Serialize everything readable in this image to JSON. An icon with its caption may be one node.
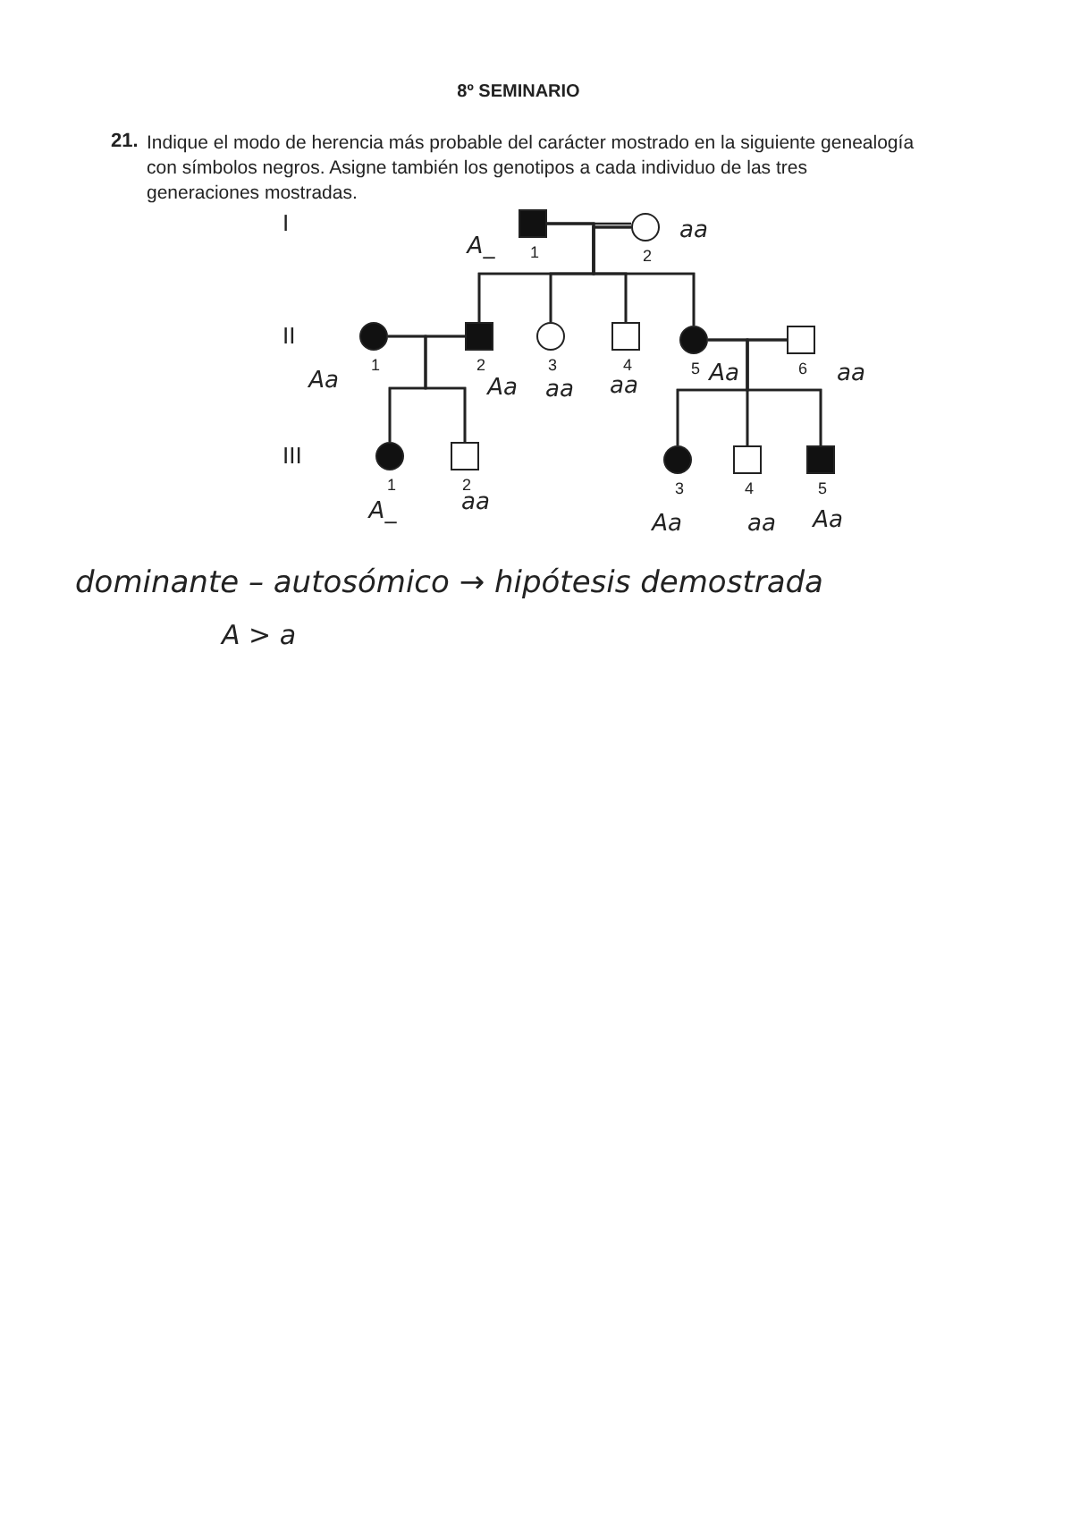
{
  "diagram": {
    "title": "8º SEMINARIO",
    "nodes": [
      {
        "text": [
          "1"
        ],
        "beside": [
          "A_"
        ]
      },
      {
        "text": [
          "2"
        ],
        "beside": [
          "aa"
        ]
      },
      {
        "text": [
          "1"
        ],
        "beside": [
          "Aa"
        ]
      },
      {
        "text": [
          "2"
        ],
        "beside": [
          "Aa"
        ]
      },
      {
        "text": [
          "3"
        ],
        "beside": [
          "aa"
        ]
      },
      {
        "text": [
          "4"
        ],
        "beside": [
          "aa"
        ]
      },
      {
        "text": [
          "5"
        ],
        "beside": [
          "Aa"
        ]
      },
      {
        "text": [
          "6"
        ],
        "beside": [
          "aa"
        ]
      },
      {
        "text": [
          "1"
        ],
        "beside": [
          "A_"
        ]
      },
      {
        "text": [
          "2"
        ],
        "beside": [
          "aa"
        ]
      },
      {
        "text": [
          "3"
        ],
        "beside": [
          "Aa"
        ]
      },
      {
        "text": [
          "4"
        ],
        "beside": [
          "aa"
        ]
      },
      {
        "text": [
          "5"
        ],
        "beside": [
          "Aa"
        ]
      }
    ],
    "edges": [
      {
        "from": 0,
        "to": 1,
        "arrow": "none"
      },
      {
        "from": 0,
        "to": 3,
        "arrow": "none"
      },
      {
        "from": 1,
        "to": 3,
        "arrow": "none"
      },
      {
        "from": 0,
        "to": 4,
        "arrow": "none"
      },
      {
        "from": 1,
        "to": 4,
        "arrow": "none"
      },
      {
        "from": 0,
        "to": 5,
        "arrow": "none"
      },
      {
        "from": 1,
        "to": 5,
        "arrow": "none"
      },
      {
        "from": 0,
        "to": 6,
        "arrow": "none"
      },
      {
        "from": 1,
        "to": 6,
        "arrow": "none"
      },
      {
        "from": 2,
        "to": 3,
        "arrow": "none"
      },
      {
        "from": 6,
        "to": 7,
        "arrow": "none"
      },
      {
        "from": 2,
        "to": 8,
        "arrow": "none"
      },
      {
        "from": 3,
        "to": 8,
        "arrow": "none"
      },
      {
        "from": 2,
        "to": 9,
        "arrow": "none"
      },
      {
        "from": 3,
        "to": 9,
        "arrow": "none"
      },
      {
        "from": 6,
        "to": 10,
        "arrow": "none"
      },
      {
        "from": 7,
        "to": 10,
        "arrow": "none"
      },
      {
        "from": 6,
        "to": 11,
        "arrow": "none"
      },
      {
        "from": 7,
        "to": 11,
        "arrow": "none"
      },
      {
        "from": 6,
        "to": 12,
        "arrow": "none"
      },
      {
        "from": 7,
        "to": 12,
        "arrow": "none"
      }
    ],
    "labels": [
      "21.",
      "Indique el modo de herencia más probable del carácter mostrado en la siguiente genealogía con símbolos negros. Asigne también los genotipos a cada individuo de las tres generaciones mostradas.",
      "I",
      "II",
      "III",
      "dominante – autosómico → hipótesis demostrada",
      "A > a"
    ]
  }
}
